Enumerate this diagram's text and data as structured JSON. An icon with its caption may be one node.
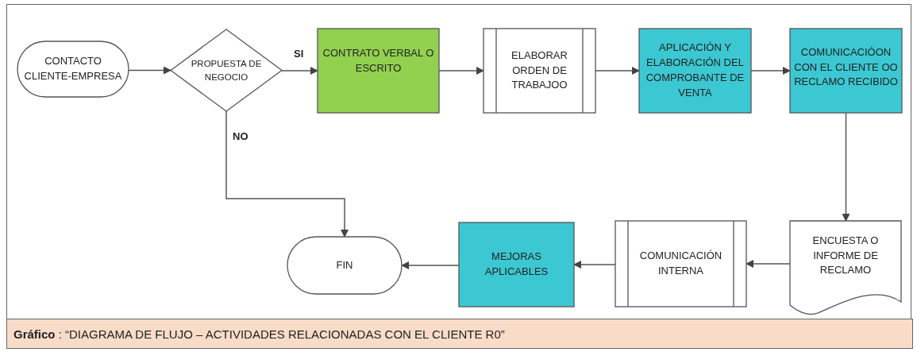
{
  "diagram": {
    "caption": "**Gráfico** : “DIAGRAMA DE FLUJO – ACTIVIDADES RELACIONADAS CON EL CLIENTE R0”",
    "nodes": [
      {
        "text": [
          "CONTACTO CLIENTE-EMPRESA"
        ]
      },
      {
        "text": [
          "PROPUESTA DE NEGOCIO"
        ]
      },
      {
        "text": [
          "CONTRATO VERBAL O ESCRITO"
        ]
      },
      {
        "text": [
          "ELABORAR ORDEN DE TRABAJOO"
        ]
      },
      {
        "text": [
          "APLICACIÓN Y ELABORACIÓN DEL COMPROBANTE DE VENTA"
        ]
      },
      {
        "text": [
          "COMUNICACIÓON CON EL CLIENTE OO RECLAMO RECIBIDO"
        ]
      },
      {
        "text": [
          "FIN"
        ]
      },
      {
        "text": [
          "MEJORAS APLICABLES"
        ]
      },
      {
        "text": [
          "COMUNICACIÓN INTERNA"
        ]
      },
      {
        "text": [
          "ENCUESTA O INFORME DE RECLAMO"
        ]
      }
    ],
    "edges": [
      {
        "from": 0,
        "to": 1,
        "arrow": "to"
      },
      {
        "from": 1,
        "to": 2,
        "arrow": "to",
        "label": "SI"
      },
      {
        "from": 2,
        "to": 3,
        "arrow": "to"
      },
      {
        "from": 3,
        "to": 4,
        "arrow": "to"
      },
      {
        "from": 4,
        "to": 5,
        "arrow": "to"
      },
      {
        "from": 5,
        "to": 9,
        "arrow": "to"
      },
      {
        "from": 1,
        "to": 6,
        "arrow": "to",
        "label": "NO"
      },
      {
        "from": 9,
        "to": 8,
        "arrow": "to"
      },
      {
        "from": 8,
        "to": 7,
        "arrow": "to"
      },
      {
        "from": 7,
        "to": 6,
        "arrow": "to"
      }
    ]
  }
}
